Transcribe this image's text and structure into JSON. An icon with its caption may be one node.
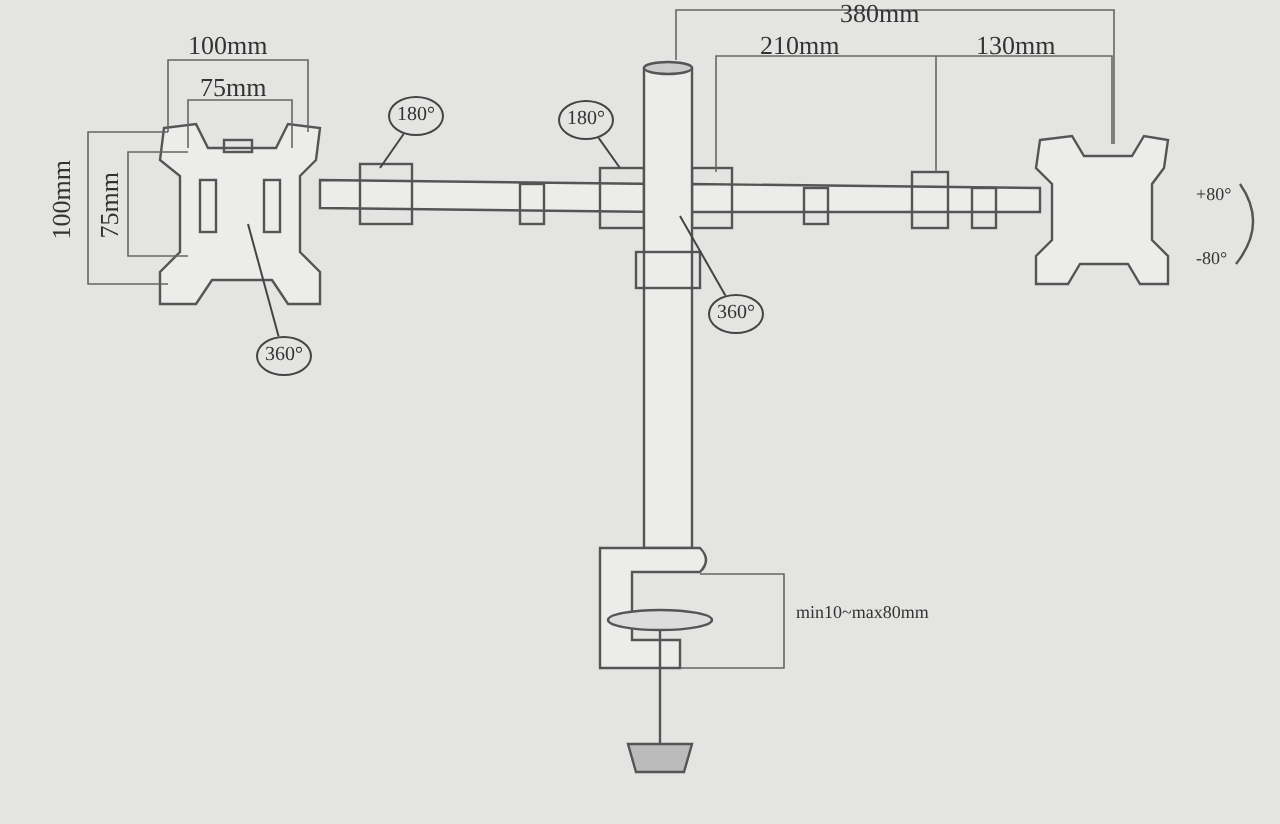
{
  "diagram": {
    "nodes": [
      {
        "text": [
          "180°"
        ]
      },
      {
        "text": [
          "180°"
        ]
      },
      {
        "text": [
          "360°"
        ]
      },
      {
        "text": [
          "360°"
        ]
      }
    ],
    "edges": [
      {
        "from": 0,
        "to": null,
        "arrow": "none"
      },
      {
        "from": 1,
        "to": null,
        "arrow": "none"
      },
      {
        "from": 2,
        "to": null,
        "arrow": "none"
      },
      {
        "from": 3,
        "to": null,
        "arrow": "none"
      }
    ],
    "labels": [
      "100mm",
      "75mm",
      "380mm",
      "210mm",
      "130mm",
      "100mm",
      "75mm",
      "+80°",
      "-80°",
      "min10~max80mm"
    ]
  }
}
